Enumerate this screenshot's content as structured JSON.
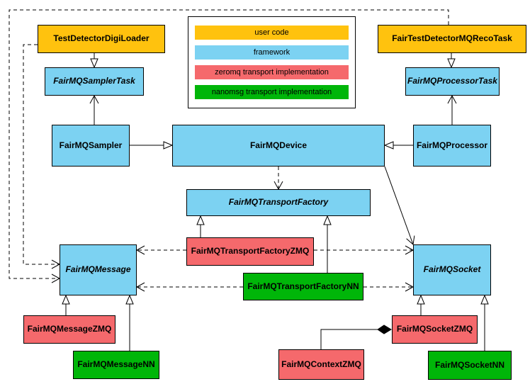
{
  "palette": {
    "user_code": "#FFC20E",
    "framework": "#7CD2F2",
    "zeromq": "#F5696C",
    "nanomsg": "#00B609"
  },
  "legend": {
    "items": [
      {
        "label": "user code",
        "color_key": "user_code"
      },
      {
        "label": "framework",
        "color_key": "framework"
      },
      {
        "label": "zeromq transport implementation",
        "color_key": "zeromq"
      },
      {
        "label": "nanomsg transport implementation",
        "color_key": "nanomsg"
      }
    ]
  },
  "nodes": {
    "digiLoader": {
      "label": "TestDetectorDigiLoader",
      "stereotype": "user code",
      "abstract": false
    },
    "recoTask": {
      "label": "FairTestDetectorMQRecoTask",
      "stereotype": "user code",
      "abstract": false
    },
    "samplerTask": {
      "label": "FairMQSamplerTask",
      "stereotype": "framework",
      "abstract": true
    },
    "processorTask": {
      "label": "FairMQProcessorTask",
      "stereotype": "framework",
      "abstract": true
    },
    "sampler": {
      "label": "FairMQSampler",
      "stereotype": "framework",
      "abstract": false
    },
    "device": {
      "label": "FairMQDevice",
      "stereotype": "framework",
      "abstract": false
    },
    "processor": {
      "label": "FairMQProcessor",
      "stereotype": "framework",
      "abstract": false
    },
    "transportFactory": {
      "label": "FairMQTransportFactory",
      "stereotype": "framework",
      "abstract": true
    },
    "transportFactoryZMQ": {
      "label": "FairMQTransportFactoryZMQ",
      "stereotype": "zeromq",
      "abstract": false
    },
    "transportFactoryNN": {
      "label": "FairMQTransportFactoryNN",
      "stereotype": "nanomsg",
      "abstract": false
    },
    "message": {
      "label": "FairMQMessage",
      "stereotype": "framework",
      "abstract": true
    },
    "socket": {
      "label": "FairMQSocket",
      "stereotype": "framework",
      "abstract": true
    },
    "messageZMQ": {
      "label": "FairMQMessageZMQ",
      "stereotype": "zeromq",
      "abstract": false
    },
    "messageNN": {
      "label": "FairMQMessageNN",
      "stereotype": "nanomsg",
      "abstract": false
    },
    "contextZMQ": {
      "label": "FairMQContextZMQ",
      "stereotype": "zeromq",
      "abstract": false
    },
    "socketZMQ": {
      "label": "FairMQSocketZMQ",
      "stereotype": "zeromq",
      "abstract": false
    },
    "socketNN": {
      "label": "FairMQSocketNN",
      "stereotype": "nanomsg",
      "abstract": false
    }
  },
  "relationships": [
    {
      "from": "TestDetectorDigiLoader",
      "to": "FairMQSamplerTask",
      "type": "inheritance"
    },
    {
      "from": "FairTestDetectorMQRecoTask",
      "to": "FairMQProcessorTask",
      "type": "inheritance"
    },
    {
      "from": "FairMQSampler",
      "to": "FairMQSamplerTask",
      "type": "association"
    },
    {
      "from": "FairMQProcessor",
      "to": "FairMQProcessorTask",
      "type": "association"
    },
    {
      "from": "FairMQSampler",
      "to": "FairMQDevice",
      "type": "inheritance"
    },
    {
      "from": "FairMQProcessor",
      "to": "FairMQDevice",
      "type": "inheritance"
    },
    {
      "from": "FairMQDevice",
      "to": "FairMQTransportFactory",
      "type": "dependency"
    },
    {
      "from": "FairMQDevice",
      "to": "FairMQSocket",
      "type": "association"
    },
    {
      "from": "FairMQTransportFactoryZMQ",
      "to": "FairMQTransportFactory",
      "type": "inheritance"
    },
    {
      "from": "FairMQTransportFactoryNN",
      "to": "FairMQTransportFactory",
      "type": "inheritance"
    },
    {
      "from": "FairMQTransportFactoryZMQ",
      "to": "FairMQMessage",
      "type": "dependency"
    },
    {
      "from": "FairMQTransportFactoryZMQ",
      "to": "FairMQSocket",
      "type": "dependency"
    },
    {
      "from": "FairMQTransportFactoryNN",
      "to": "FairMQMessage",
      "type": "dependency"
    },
    {
      "from": "FairMQTransportFactoryNN",
      "to": "FairMQSocket",
      "type": "dependency"
    },
    {
      "from": "TestDetectorDigiLoader",
      "to": "FairMQMessage",
      "type": "dependency"
    },
    {
      "from": "FairTestDetectorMQRecoTask",
      "to": "FairMQMessage",
      "type": "dependency"
    },
    {
      "from": "FairMQMessageZMQ",
      "to": "FairMQMessage",
      "type": "inheritance"
    },
    {
      "from": "FairMQMessageNN",
      "to": "FairMQMessage",
      "type": "inheritance"
    },
    {
      "from": "FairMQSocketZMQ",
      "to": "FairMQSocket",
      "type": "inheritance"
    },
    {
      "from": "FairMQSocketNN",
      "to": "FairMQSocket",
      "type": "inheritance"
    },
    {
      "from": "FairMQContextZMQ",
      "to": "FairMQSocketZMQ",
      "type": "composition"
    }
  ]
}
